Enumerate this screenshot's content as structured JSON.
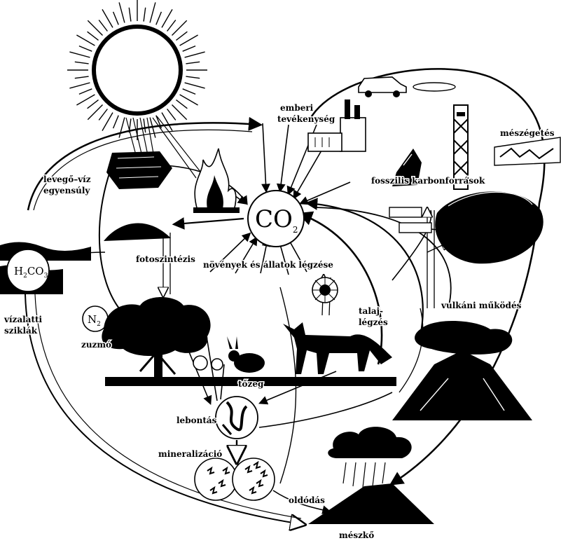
{
  "center": {
    "co2_main": "CO",
    "co2_sub": "2"
  },
  "molecules": {
    "h2co3": {
      "a": "H",
      "a_sub": "2",
      "b": "CO",
      "b_sub": "3"
    },
    "n2": {
      "a": "N",
      "a_sub": "2"
    }
  },
  "labels": {
    "air_water": [
      "levegő–víz",
      "egyensúly"
    ],
    "human": [
      "emberi",
      "tevékenység"
    ],
    "limestone_burning": "mészégetés",
    "fossil": "fosszilis karbonforrások",
    "photosynthesis": "fotoszintézis",
    "respiration": "növények és állatok légzése",
    "underwater_rocks": [
      "vízalatti",
      "sziklák"
    ],
    "soil_respiration": [
      "talaj-",
      "légzés"
    ],
    "volcanic": "vulkáni működés",
    "lichen": "zuzmó",
    "peat": "tőzeg",
    "decomposition": "lebontás",
    "mineralization": "mineralizáció",
    "precipitation": "oldódás",
    "limestone": "mészkő"
  },
  "colors": {
    "ink": "#000000",
    "paper": "#ffffff"
  },
  "icons": [
    "sun",
    "coal-chunk",
    "fire",
    "factory",
    "oil-well",
    "car",
    "dark-hill",
    "tree",
    "fox",
    "rabbit",
    "volcano",
    "rain-cloud",
    "bacteria",
    "fossil-rock",
    "water-body"
  ]
}
